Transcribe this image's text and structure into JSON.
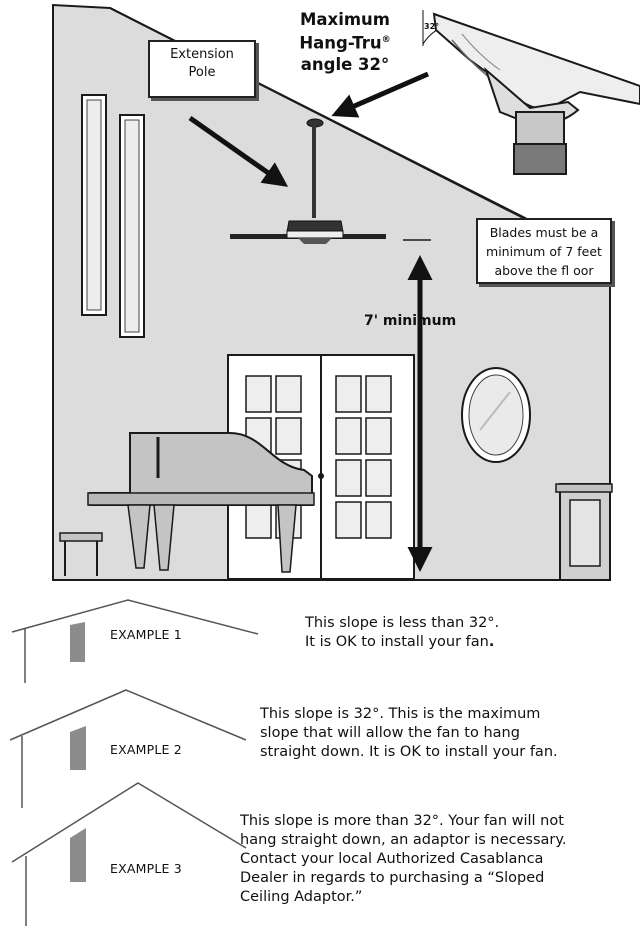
{
  "diagram": {
    "max_angle": {
      "line1": "Maximum",
      "line2": "Hang-Tru",
      "reg_mark": "®",
      "line3": "angle 32°"
    },
    "inset_angle": "32°",
    "extension_pole": {
      "line1": "Extension",
      "line2": "Pole"
    },
    "blades_note": {
      "line1": "Blades must be a",
      "line2": "minimum of 7 feet",
      "line3": "above the fl oor"
    },
    "minimum_label": "7' minimum"
  },
  "examples": [
    {
      "label": "EXAMPLE 1",
      "lines": [
        {
          "text": "This slope is less than 32°."
        },
        {
          "text": "It is OK to install your fan",
          "bold_suffix": "."
        }
      ]
    },
    {
      "label": "EXAMPLE 2",
      "lines": [
        {
          "text": "This slope is 32°.  This is the maximum"
        },
        {
          "text": "slope that will allow the fan to hang"
        },
        {
          "text": "straight down.  It is OK to install your fan."
        }
      ]
    },
    {
      "label": "EXAMPLE 3",
      "lines": [
        {
          "text": "This slope is more than 32°.  Your fan will not"
        },
        {
          "text": "hang straight down, an adaptor is necessary."
        },
        {
          "text": "Contact your local Authorized Casablanca"
        },
        {
          "text": "Dealer in regards to purchasing a “Sloped"
        },
        {
          "text": "Ceiling Adaptor.”"
        }
      ]
    }
  ],
  "colors": {
    "wall": "#dcdcdc",
    "line": "#1a1a1a",
    "window": "#ededed",
    "piano": "#c4c4c4",
    "house_window": "#8c8c8c"
  }
}
